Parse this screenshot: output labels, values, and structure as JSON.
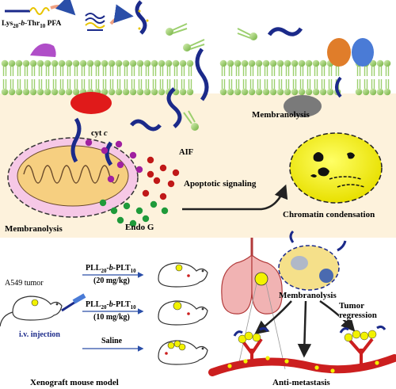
{
  "figure": {
    "polymer_label": "Lys₂₀-b-Thr₁₀ PFA",
    "polymer_label_parts": {
      "lys": "Lys",
      "n1": "20",
      "b": "-b-",
      "thr": "Thr",
      "n2": "10",
      "rest": " PFA"
    },
    "membranolysis_top": "Membranolysis",
    "cyt_c": "cyt c",
    "cyt": "cyt",
    "c": "c",
    "aif": "AIF",
    "apoptotic_signaling": "Apoptotic signaling",
    "chromatin_condensation": "Chromatin condensation",
    "membranolysis_mito": "Membranolysis",
    "endo_g": "Endo G",
    "a549_tumor": "A549 tumor",
    "iv_injection": "i.v. injection",
    "dose_high_drug": {
      "pll": "PLL",
      "n1": "20",
      "b": "-b-",
      "plt": "PLT",
      "n2": "10"
    },
    "dose_high": "(20 mg/kg)",
    "dose_low_drug": {
      "pll": "PLL",
      "n1": "20",
      "b": "-b-",
      "plt": "PLT",
      "n2": "10"
    },
    "dose_low": "(10 mg/kg)",
    "saline": "Saline",
    "xenograft": "Xenograft mouse model",
    "membranolysis_cell": "Membranolysis",
    "tumor_regression": "Tumor regression",
    "anti_metastasis": "Anti-metastasis"
  },
  "colors": {
    "membrane_green": "#9ccf6e",
    "cytoplasm": "#fdf2dc",
    "polymer_blue": "#1b2a8a",
    "nucleus_yellow": "#f2f200",
    "vessel_red": "#cc1f1f",
    "lung_pink": "#f1b3b3",
    "cyt_c_purple": "#a020a0",
    "aif_red": "#c01818",
    "endo_g_green": "#1f9a3a"
  }
}
